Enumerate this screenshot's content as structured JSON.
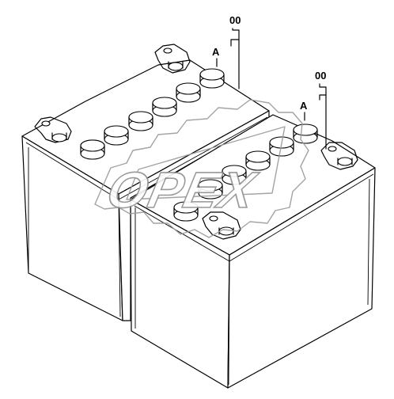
{
  "callouts": [
    {
      "ref": "00",
      "sub": "A"
    },
    {
      "ref": "00",
      "sub": "A"
    }
  ],
  "watermark": {
    "text": "OPEX",
    "color": "#8f8f8f"
  },
  "colors": {
    "line": "#000000",
    "background": "#ffffff"
  }
}
